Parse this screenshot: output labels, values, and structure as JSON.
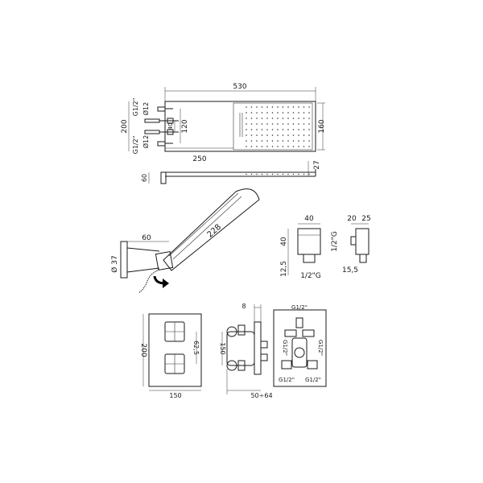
{
  "dimensions": {
    "panel_width": "530",
    "panel_height": "200",
    "panel_inner_height": "160",
    "panel_depth": "27",
    "wall_depth": "60",
    "inlet_top": "G1/2\"",
    "inlet_bottom": "G1/2\"",
    "diam_top": "Ø12",
    "diam_bottom": "Ø12",
    "spacing_40": "40",
    "spacing_120": "120",
    "offset_250": "250",
    "hand_shower_length": "228",
    "holder_width": "60",
    "holder_diam": "Ø 37",
    "elbow_width": "40",
    "elbow_height": "40",
    "elbow_offset": "12,5",
    "elbow_thread": "1/2\"G",
    "outlet_20": "20",
    "outlet_25": "25",
    "outlet_thread": "1/2\"G",
    "outlet_depth": "15,5",
    "plate_width": "150",
    "plate_height": "200",
    "knob_spacing": "62,5",
    "body_height": "150",
    "trim_depth": "8",
    "install_depth": "50÷64",
    "valve_top_thread": "G1/2\"",
    "valve_left_thread": "G1/2\"",
    "valve_right_thread": "G1/2\"",
    "valve_bl_thread": "G1/2\"",
    "valve_br_thread": "G1/2\""
  }
}
